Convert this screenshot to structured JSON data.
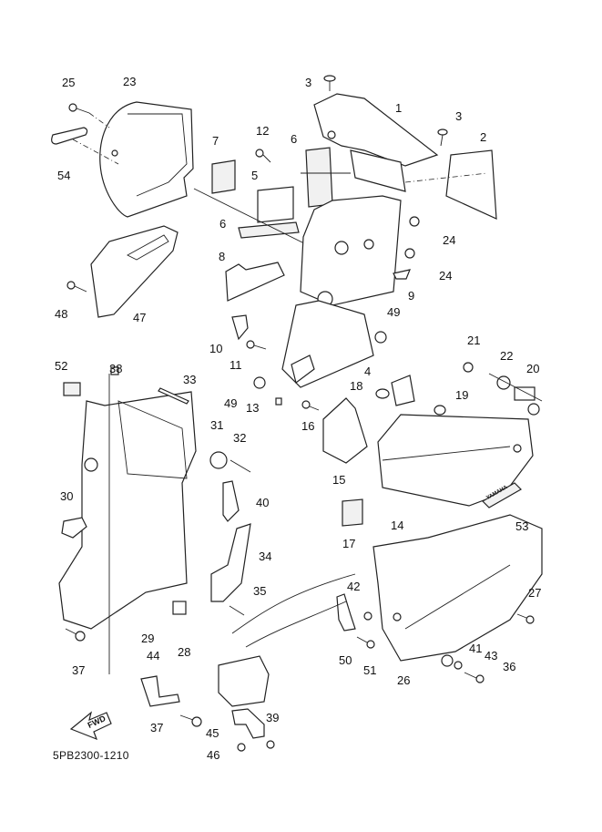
{
  "diagram": {
    "drawing_code": "5PB2300-1210",
    "fwd_arrow_label": "FWD",
    "emblem_text": "YAMAHA",
    "callouts": [
      {
        "id": "c1",
        "text": "1"
      },
      {
        "id": "c2",
        "text": "2"
      },
      {
        "id": "c3a",
        "text": "3"
      },
      {
        "id": "c3b",
        "text": "3"
      },
      {
        "id": "c4",
        "text": "4"
      },
      {
        "id": "c5",
        "text": "5"
      },
      {
        "id": "c6a",
        "text": "6"
      },
      {
        "id": "c6b",
        "text": "6"
      },
      {
        "id": "c7",
        "text": "7"
      },
      {
        "id": "c8",
        "text": "8"
      },
      {
        "id": "c9",
        "text": "9"
      },
      {
        "id": "c10",
        "text": "10"
      },
      {
        "id": "c11",
        "text": "11"
      },
      {
        "id": "c12",
        "text": "12"
      },
      {
        "id": "c13",
        "text": "13"
      },
      {
        "id": "c14",
        "text": "14"
      },
      {
        "id": "c15",
        "text": "15"
      },
      {
        "id": "c16",
        "text": "16"
      },
      {
        "id": "c17",
        "text": "17"
      },
      {
        "id": "c18",
        "text": "18"
      },
      {
        "id": "c19",
        "text": "19"
      },
      {
        "id": "c20",
        "text": "20"
      },
      {
        "id": "c21",
        "text": "21"
      },
      {
        "id": "c22",
        "text": "22"
      },
      {
        "id": "c23",
        "text": "23"
      },
      {
        "id": "c24a",
        "text": "24"
      },
      {
        "id": "c24b",
        "text": "24"
      },
      {
        "id": "c25",
        "text": "25"
      },
      {
        "id": "c26",
        "text": "26"
      },
      {
        "id": "c27",
        "text": "27"
      },
      {
        "id": "c28",
        "text": "28"
      },
      {
        "id": "c29",
        "text": "29"
      },
      {
        "id": "c30",
        "text": "30"
      },
      {
        "id": "c31",
        "text": "31"
      },
      {
        "id": "c32",
        "text": "32"
      },
      {
        "id": "c33",
        "text": "33"
      },
      {
        "id": "c34",
        "text": "34"
      },
      {
        "id": "c35",
        "text": "35"
      },
      {
        "id": "c36",
        "text": "36"
      },
      {
        "id": "c37a",
        "text": "37"
      },
      {
        "id": "c37b",
        "text": "37"
      },
      {
        "id": "c38",
        "text": "38"
      },
      {
        "id": "c39",
        "text": "39"
      },
      {
        "id": "c40",
        "text": "40"
      },
      {
        "id": "c41",
        "text": "41"
      },
      {
        "id": "c42",
        "text": "42"
      },
      {
        "id": "c43",
        "text": "43"
      },
      {
        "id": "c44",
        "text": "44"
      },
      {
        "id": "c45",
        "text": "45"
      },
      {
        "id": "c46",
        "text": "46"
      },
      {
        "id": "c47",
        "text": "47"
      },
      {
        "id": "c48",
        "text": "48"
      },
      {
        "id": "c49a",
        "text": "49"
      },
      {
        "id": "c49b",
        "text": "49"
      },
      {
        "id": "c50",
        "text": "50"
      },
      {
        "id": "c51",
        "text": "51"
      },
      {
        "id": "c52",
        "text": "52"
      },
      {
        "id": "c53",
        "text": "53"
      },
      {
        "id": "c54",
        "text": "54"
      }
    ]
  }
}
